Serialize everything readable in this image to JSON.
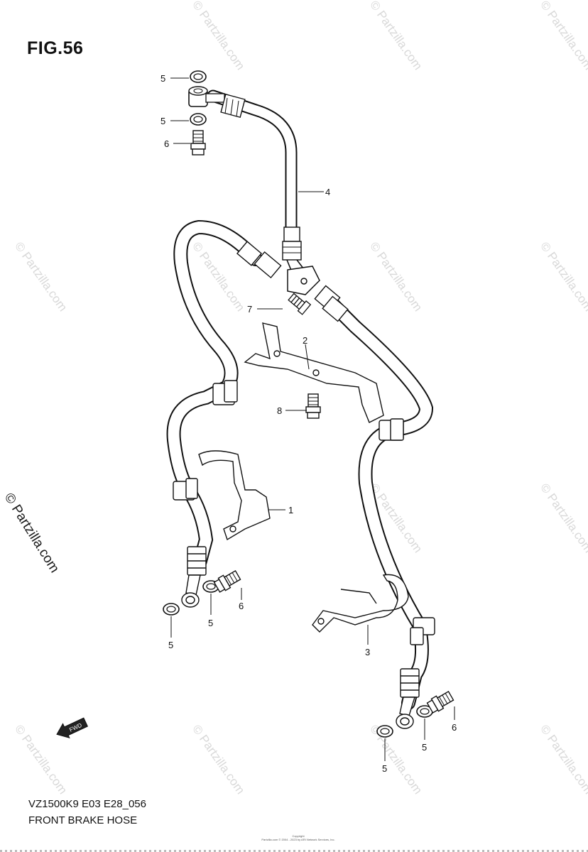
{
  "figure_title": "FIG.56",
  "model_code": "VZ1500K9 E03 E28_056",
  "diagram_name": "FRONT BRAKE HOSE",
  "side_watermark": "© Partzilla.com",
  "watermark_text": "© Partzilla.com",
  "copyright_lines": [
    "Copyright",
    "Partzilla.com © 2004 - 2023 by ARI Network Services, Inc."
  ],
  "fwd_label": "FWD",
  "callouts": {
    "part1": "1",
    "part2": "2",
    "part3": "3",
    "part4": "4",
    "part5_a": "5",
    "part5_b": "5",
    "part5_c": "5",
    "part5_d": "5",
    "part5_e": "5",
    "part5_f": "5",
    "part6_a": "6",
    "part6_b": "6",
    "part6_c": "6",
    "part7": "7",
    "part8": "8"
  }
}
